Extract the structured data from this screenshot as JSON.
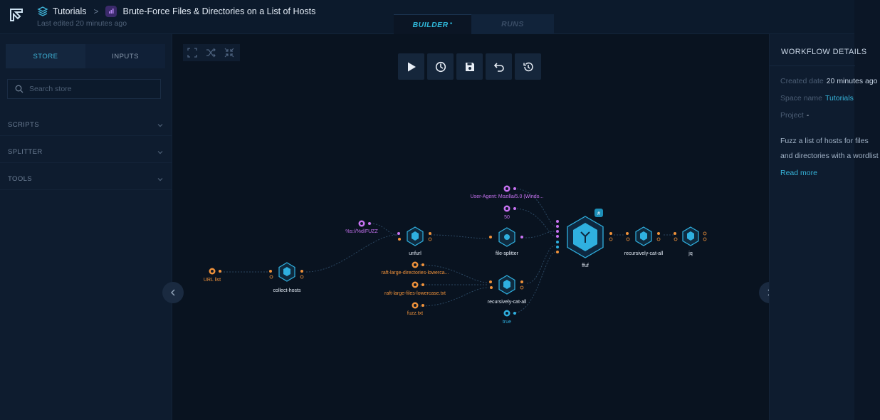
{
  "header": {
    "breadcrumb_space": "Tutorials",
    "breadcrumb_separator": ">",
    "workflow_title": "Brute-Force Files & Directories on a List of Hosts",
    "last_edited": "Last edited 20 minutes ago",
    "tabs": [
      {
        "label": "BUILDER",
        "marker": "*",
        "active": true
      },
      {
        "label": "RUNS",
        "active": false
      }
    ]
  },
  "sidebar": {
    "tabs": [
      {
        "label": "STORE",
        "active": true
      },
      {
        "label": "INPUTS",
        "active": false
      }
    ],
    "search_placeholder": "Search store",
    "sections": [
      "SCRIPTS",
      "SPLITTER",
      "TOOLS"
    ]
  },
  "canvas": {
    "view_tools": [
      "fit-view-icon",
      "shuffle-icon",
      "collapse-icon"
    ],
    "toolbar": [
      "play-icon",
      "schedule-icon",
      "save-icon",
      "undo-icon",
      "history-icon"
    ],
    "nodes": {
      "url_list": "URL list",
      "collect_hosts": "collect-hosts",
      "fuzz_template": "%s://%d/FUZZ",
      "unfurl": "unfurl",
      "file_splitter": "file-splitter",
      "user_agent": "User-Agent: Mozilla/5.0 (Windo...",
      "threads": "50",
      "raft_dirs": "raft-large-directories-lowerca...",
      "raft_files": "raft-large-files-lowercase.txt",
      "fuzz_txt": "fuzz.txt",
      "cat_all_1": "recursively-cat-all",
      "bool_true": "true",
      "ffuf": "ffuf",
      "cat_all_2": "recursively-cat-all",
      "jq": "jq"
    }
  },
  "details": {
    "title": "WORKFLOW DETAILS",
    "created_label": "Created date",
    "created_value": "20 minutes ago",
    "space_label": "Space name",
    "space_value": "Tutorials",
    "project_label": "Project",
    "project_value": "-",
    "description": "Fuzz a list of hosts for files and directories with a wordlist",
    "read_more": "Read more"
  },
  "colors": {
    "accent": "#2fb8da",
    "node_orange": "#f0923a",
    "node_purple": "#c873f2",
    "node_blue": "#2fb0e0"
  }
}
